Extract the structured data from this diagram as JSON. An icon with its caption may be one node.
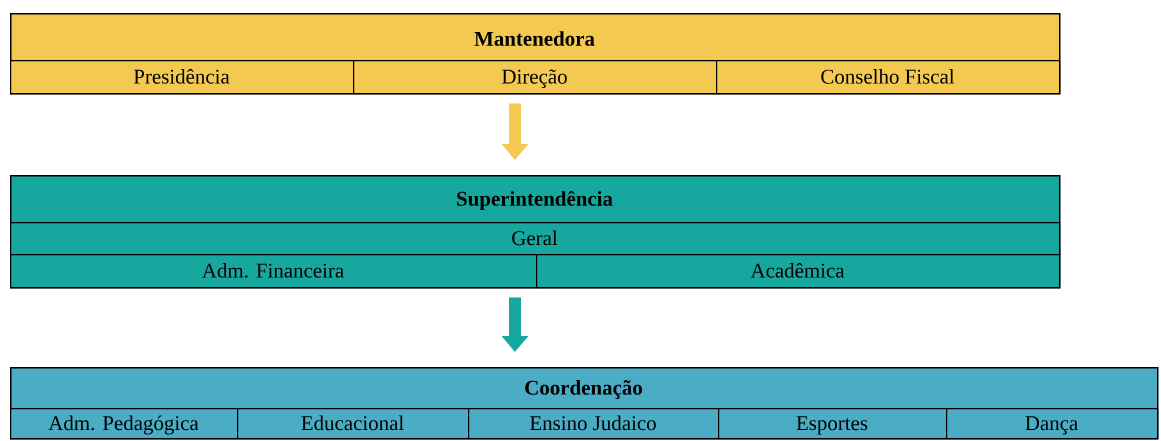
{
  "diagram": {
    "nodes": [
      {
        "text": [
          "Mantenedora"
        ]
      },
      {
        "text": [
          "Presidência"
        ],
        "in": 0
      },
      {
        "text": [
          "Direção"
        ],
        "in": 0
      },
      {
        "text": [
          "Conselho Fiscal"
        ],
        "in": 0
      },
      {
        "text": [
          "Superintendência"
        ]
      },
      {
        "text": [
          "Geral"
        ],
        "in": 4
      },
      {
        "text": [
          "Adm. Financeira"
        ],
        "in": 4
      },
      {
        "text": [
          "Acadêmica"
        ],
        "in": 4
      },
      {
        "text": [
          "Coordenação"
        ]
      },
      {
        "text": [
          "Adm. Pedagógica"
        ],
        "in": 8
      },
      {
        "text": [
          "Educacional"
        ],
        "in": 8
      },
      {
        "text": [
          "Ensino Judaico"
        ],
        "in": 8
      },
      {
        "text": [
          "Esportes"
        ],
        "in": 8
      },
      {
        "text": [
          "Dança"
        ],
        "in": 8
      }
    ],
    "edges": [
      {
        "from": 0,
        "to": 4,
        "arrow": "to",
        "color": "#f4c951"
      },
      {
        "from": 4,
        "to": 8,
        "arrow": "to",
        "color": "#16a89e"
      }
    ]
  }
}
